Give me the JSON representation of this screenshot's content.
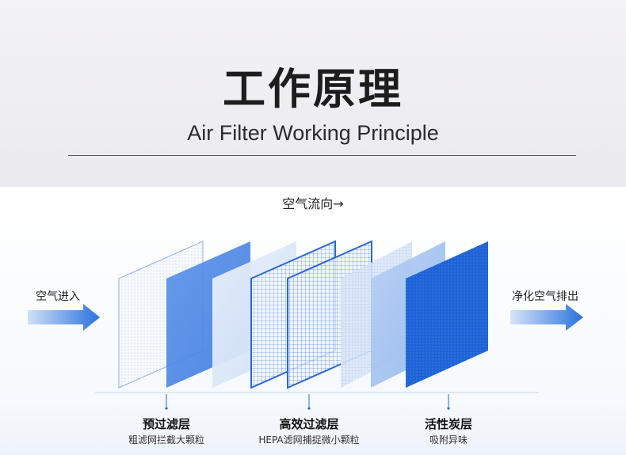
{
  "header": {
    "title": "工作原理",
    "subtitle": "Air Filter Working Principle"
  },
  "diagram": {
    "flow_direction": "空气流向→",
    "inlet_label": "空气进入",
    "outlet_label": "净化空气排出",
    "layers": [
      {
        "title": "预过滤层",
        "description": "粗滤网拦截大颗粒"
      },
      {
        "title": "高效过滤层",
        "description": "HEPA滤网捕捉微小颗粒"
      },
      {
        "title": "活性炭层",
        "description": "吸附异味"
      }
    ]
  },
  "colors": {
    "accent_blue": "#1f63d6",
    "light_blue": "#8fb6ec",
    "pale_blue": "#dbe7f8",
    "arrow_blue": "#2c74e0"
  }
}
